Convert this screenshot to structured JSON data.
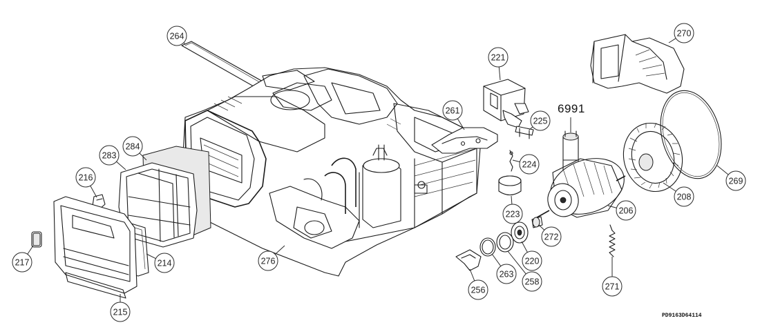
{
  "diagram": {
    "callouts": [
      {
        "label": "264"
      },
      {
        "label": "221"
      },
      {
        "label": "270"
      },
      {
        "label": "261"
      },
      {
        "label": "225"
      },
      {
        "label": "224"
      },
      {
        "label": "284"
      },
      {
        "label": "283"
      },
      {
        "label": "216"
      },
      {
        "label": "223"
      },
      {
        "label": "206"
      },
      {
        "label": "208"
      },
      {
        "label": "269"
      },
      {
        "label": "272"
      },
      {
        "label": "220"
      },
      {
        "label": "217"
      },
      {
        "label": "214"
      },
      {
        "label": "276"
      },
      {
        "label": "263"
      },
      {
        "label": "258"
      },
      {
        "label": "256"
      },
      {
        "label": "271"
      },
      {
        "label": "215"
      }
    ],
    "part_code": "6991",
    "drawing_ref": "PD9163D64114"
  }
}
